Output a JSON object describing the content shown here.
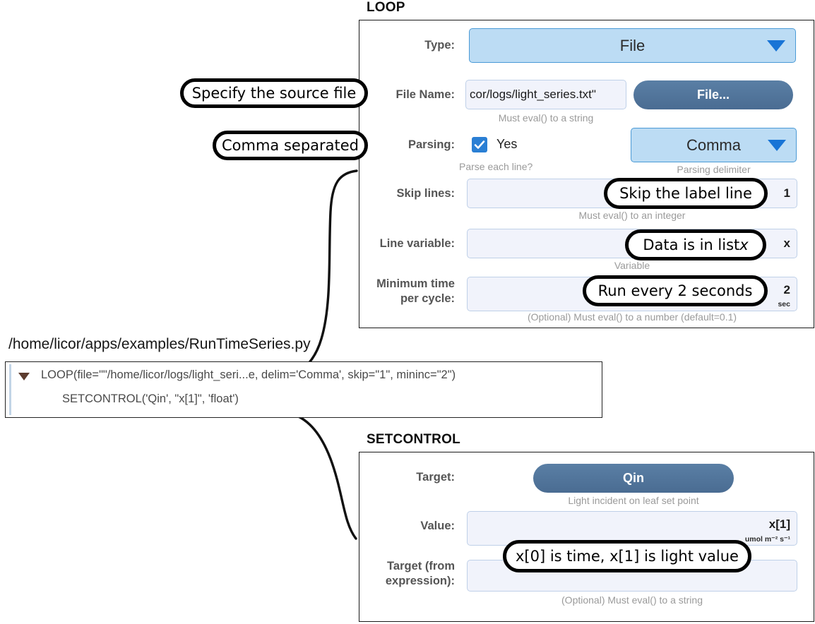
{
  "loop": {
    "title": "LOOP",
    "fields": {
      "type": {
        "label": "Type:",
        "value": "File",
        "icon": "chevron-down-icon"
      },
      "file_name": {
        "label": "File Name:",
        "value": "cor/logs/light_series.txt\"",
        "hint": "Must eval() to a string",
        "button": "File..."
      },
      "parsing": {
        "label": "Parsing:",
        "checkbox_label": "Yes",
        "checked": true,
        "hint": "Parse each line?",
        "delimiter_value": "Comma",
        "delimiter_hint": "Parsing delimiter"
      },
      "skip_lines": {
        "label": "Skip lines:",
        "value": "1",
        "hint": "Must eval() to an integer"
      },
      "line_variable": {
        "label": "Line variable:",
        "value": "x",
        "hint": "Variable"
      },
      "min_time": {
        "label": "Minimum time\nper cycle:",
        "value": "2",
        "unit": "sec",
        "hint": "(Optional) Must eval() to a number (default=0.1)"
      }
    }
  },
  "code": {
    "path": "/home/licor/apps/examples/RunTimeSeries.py",
    "lines": [
      "LOOP(file=\"\"/home/licor/logs/light_seri...e, delim='Comma', skip=\"1\", mininc=\"2\")",
      "SETCONTROL('Qin', \"x[1]\", 'float')"
    ],
    "disclosure_icon": "triangle-down-icon"
  },
  "setcontrol": {
    "title": "SETCONTROL",
    "fields": {
      "target": {
        "label": "Target:",
        "button": "Qin",
        "hint": "Light incident on leaf set point"
      },
      "value": {
        "label": "Value:",
        "value": "x[1]",
        "unit": "umol m⁻² s⁻¹"
      },
      "target_expr": {
        "label": "Target (from\nexpression):",
        "value": "",
        "hint": "(Optional) Must eval() to a string"
      }
    }
  },
  "callouts": {
    "source_file": "Specify the source file",
    "comma": "Comma separated",
    "skip": "Skip the label line",
    "line_var_pre": "Data is in list ",
    "line_var_italic": "x",
    "min_time": "Run every 2 seconds",
    "xvalues": "x[0] is time, x[1] is light value"
  },
  "colors": {
    "dropdown_bg": "#bcdcf4",
    "dropdown_border": "#4a9ad6",
    "arrow": "#1874d6",
    "input_bg": "#f1f3fb",
    "input_border": "#bfd0e8",
    "button_blue": "#4d7099",
    "checkbox_blue": "#2a7fd4",
    "hint_gray": "#9a9a9a",
    "label_gray": "#555555"
  }
}
